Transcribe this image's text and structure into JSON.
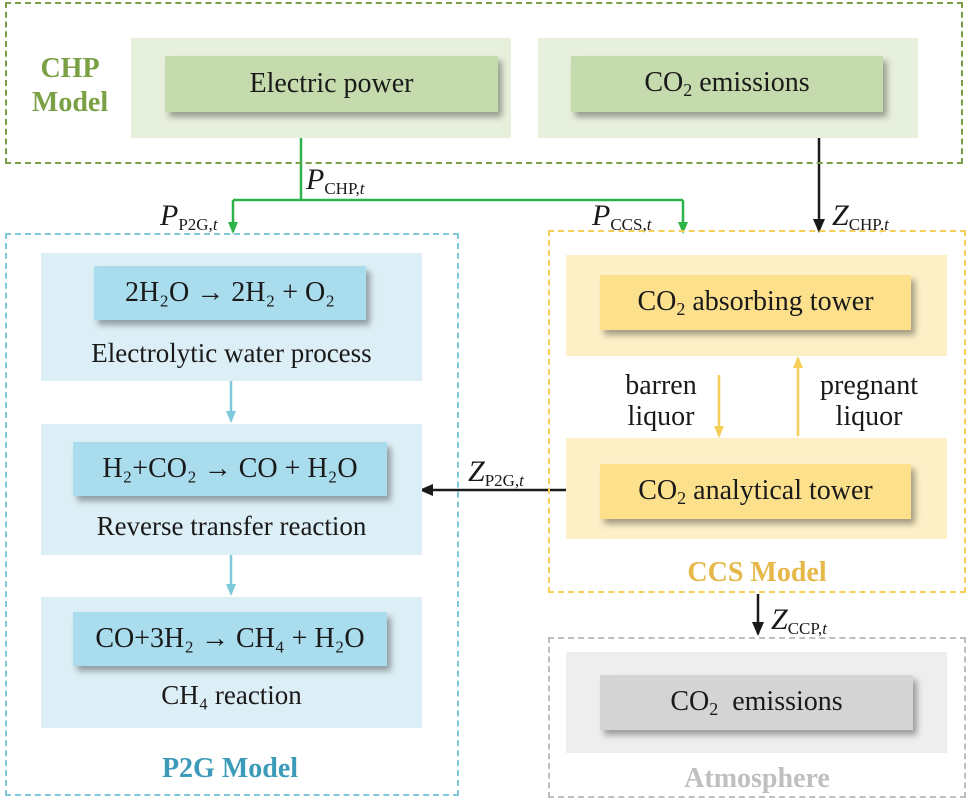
{
  "colors": {
    "chp": "#7aa046",
    "p2g": "#3b9bb8",
    "ccs": "#e6b84a",
    "atmosphere": "#a6a6a6",
    "green_arrow": "#2db34a",
    "blue_arrow": "#7ec8dc",
    "yellow_arrow": "#f5cf57",
    "black_arrow": "#1a1a1a"
  },
  "chp": {
    "title_line1": "CHP",
    "title_line2": "Model",
    "electric_power": "Electric power",
    "co2_emissions": {
      "base": "CO",
      "sub": "2",
      "rest": " emissions"
    }
  },
  "flows": {
    "p_chp": {
      "sym": "P",
      "sub": "CHP,",
      "time": "t"
    },
    "p_p2g": {
      "sym": "P",
      "sub": "P2G,",
      "time": "t"
    },
    "p_ccs": {
      "sym": "P",
      "sub": "CCS,",
      "time": "t"
    },
    "z_chp": {
      "sym": "Z",
      "sub": "CHP,",
      "time": "t"
    },
    "z_p2g": {
      "sym": "Z",
      "sub": "P2G,",
      "time": "t"
    },
    "z_ccp": {
      "sym": "Z",
      "sub": "CCP,",
      "time": "t"
    }
  },
  "p2g": {
    "title": "P2G Model",
    "steps": [
      {
        "equation": "2H₂O → 2H₂ + O₂",
        "caption": "Electrolytic water process"
      },
      {
        "equation": "H₂+CO₂ → CO + H₂O",
        "caption": "Reverse transfer reaction"
      },
      {
        "equation": "CO+3H₂ → CH₄ + H₂O",
        "caption": "CH₄ reaction"
      }
    ]
  },
  "ccs": {
    "title": "CCS Model",
    "absorbing_tower": {
      "base": "CO",
      "sub": "2",
      "rest": " absorbing tower"
    },
    "analytical_tower": {
      "base": "CO",
      "sub": "2",
      "rest": " analytical tower"
    },
    "barren_liquor": [
      "barren",
      "liquor"
    ],
    "pregnant_liquor": [
      "pregnant",
      "liquor"
    ]
  },
  "atmosphere": {
    "title": "Atmosphere",
    "co2_emissions": {
      "base": "CO",
      "sub": "2",
      "rest": "  emissions"
    }
  }
}
